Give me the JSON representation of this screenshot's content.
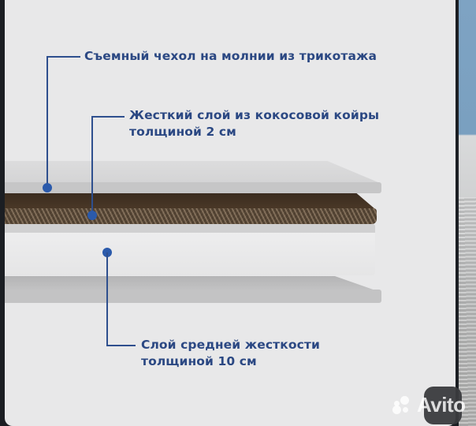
{
  "labels": {
    "cover": "Съемный чехол на молнии из трикотажа",
    "coir_line1": "Жесткий слой из кокосовой койры",
    "coir_line2": "толщиной 2 см",
    "foam_line1": "Слой средней жесткости",
    "foam_line2": "толщиной 10 см"
  },
  "watermark": {
    "text": "Avito"
  },
  "colors": {
    "label_text": "#2b4883",
    "leader_line": "#2e4f8e",
    "dot": "#2b5aab",
    "panel_bg": "#e8e8e9",
    "coir": "#6b5845",
    "frame": "#1b1e23",
    "right_strip_top": "#7aa0c0"
  }
}
